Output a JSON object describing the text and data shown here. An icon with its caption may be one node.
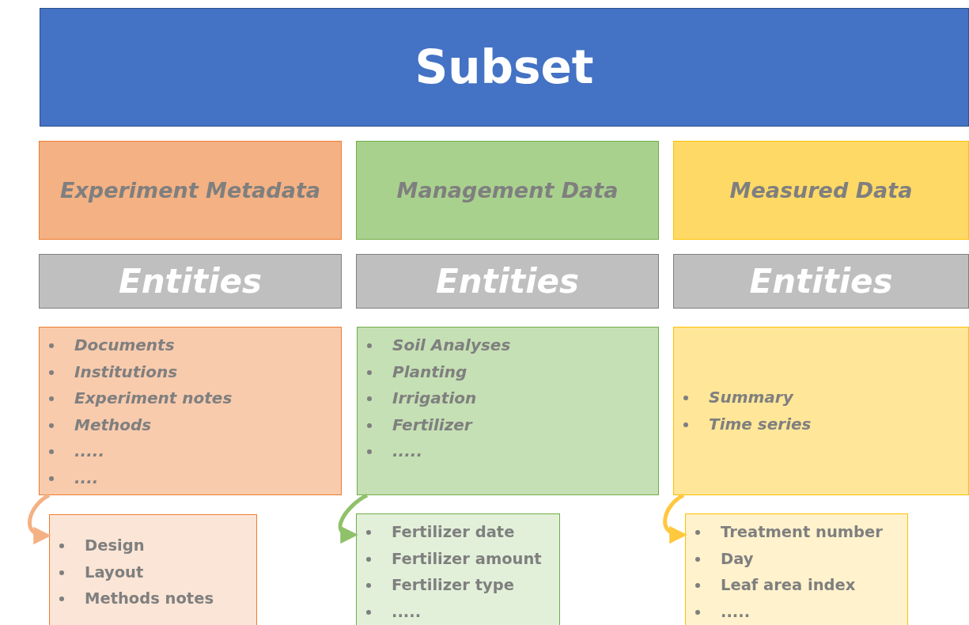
{
  "diagram": {
    "nodes": [
      {
        "text": [
          "Subset"
        ]
      },
      {
        "text": [
          "Experiment Metadata"
        ]
      },
      {
        "text": [
          "Management Data"
        ]
      },
      {
        "text": [
          "Measured Data"
        ]
      },
      {
        "text": [
          "Entities"
        ]
      },
      {
        "text": [
          "Entities"
        ]
      },
      {
        "text": [
          "Entities"
        ]
      },
      {
        "text": [
          "Documents",
          "Institutions",
          "Experiment notes",
          "Methods",
          ".....",
          "...."
        ]
      },
      {
        "text": [
          "Soil Analyses",
          "Planting",
          "Irrigation",
          "Fertilizer",
          "....."
        ]
      },
      {
        "text": [
          "Summary",
          "Time series"
        ]
      },
      {
        "text": [
          "Design",
          "Layout",
          "Methods notes"
        ]
      },
      {
        "text": [
          "Fertilizer date",
          "Fertilizer amount",
          "Fertilizer type",
          "....."
        ]
      },
      {
        "text": [
          "Treatment number",
          "Day",
          "Leaf area index",
          "....."
        ]
      }
    ],
    "edges": [
      {
        "from": 7,
        "to": 10,
        "arrow": "to",
        "color": "#f4b183"
      },
      {
        "from": 8,
        "to": 11,
        "arrow": "to",
        "color": "#8fc16a"
      },
      {
        "from": 9,
        "to": 12,
        "arrow": "to",
        "color": "#ffc83d"
      }
    ]
  }
}
